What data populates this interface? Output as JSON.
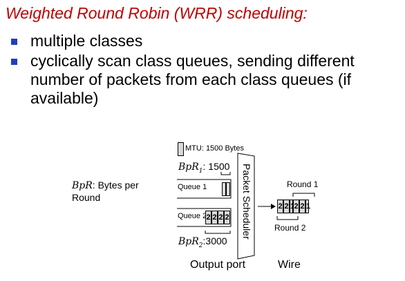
{
  "title": "Weighted Round Robin (WRR) scheduling:",
  "bullets": [
    "multiple classes",
    "cyclically scan class queues, sending different number of packets from each class queues (if available)"
  ],
  "diagram": {
    "mtu_label": "MTU: 1500 Bytes",
    "bpr1_var": "BpR",
    "bpr1_sub": "1",
    "bpr1_value": ": 1500",
    "bpr_def_var": "BpR",
    "bpr_def_text": ": Bytes per",
    "bpr_def_text2": "Round",
    "queue1_label": "Queue 1",
    "queue2_label": "Queue 2",
    "queue2_packets": [
      "2",
      "2",
      "2",
      "2"
    ],
    "scheduler_label": "Packet Scheduler",
    "bpr2_var": "BpR",
    "bpr2_sub": "2",
    "bpr2_value": ":3000",
    "round1_label": "Round 1",
    "round2_label": "Round 2",
    "wire_packets": [
      "2",
      "2",
      "1",
      "2",
      "2",
      "1"
    ],
    "output_port_label": "Output port",
    "wire_label": "Wire"
  }
}
